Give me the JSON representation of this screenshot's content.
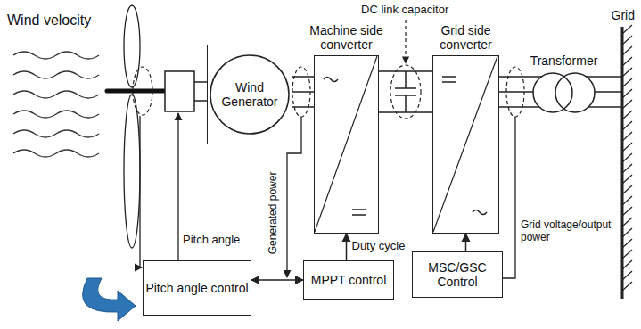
{
  "diagram": {
    "nodes": [
      {
        "text": [
          "Wind Generator"
        ]
      },
      {
        "text": [
          "Machine side converter"
        ]
      },
      {
        "text": [
          "Grid side converter"
        ]
      },
      {
        "text": [
          "Transformer"
        ]
      },
      {
        "text": [
          "Grid"
        ]
      },
      {
        "text": [
          "Pitch angle control"
        ]
      },
      {
        "text": [
          "MPPT control"
        ]
      },
      {
        "text": [
          "MSC/GSC Control"
        ]
      }
    ],
    "edges": [
      {
        "from": 0,
        "to": 1,
        "arrow": "none"
      },
      {
        "from": 1,
        "to": 2,
        "arrow": "none"
      },
      {
        "from": 2,
        "to": 3,
        "arrow": "none"
      },
      {
        "from": 3,
        "to": 4,
        "arrow": "none"
      },
      {
        "from": 5,
        "to": 6,
        "arrow": "both"
      },
      {
        "from": 6,
        "to": 1,
        "label": "Duty cycle",
        "arrow": "to"
      },
      {
        "from": 7,
        "to": 2,
        "arrow": "to"
      }
    ],
    "labels": [
      "Wind velocity",
      "DC link capacitor",
      "Pitch angle",
      "Generated power",
      "Grid voltage/output power"
    ]
  }
}
